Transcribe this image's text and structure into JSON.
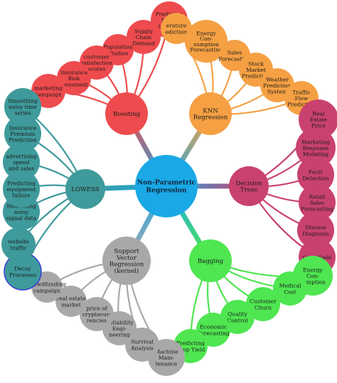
{
  "center": {
    "label": "Non-Parametric\nRegression",
    "color": "#1aa9e6"
  },
  "branches": [
    {
      "id": "boosting",
      "label": "Boosting",
      "color": "#ee4b4e",
      "leaves": [
        "Predictive\nMain-\ntenance",
        "Supply\nChain\nDemand",
        "Population\nStudies",
        "customer\nsatisfaction\nscores",
        "Insurance\nRisk\nssessment",
        "marketing\ncampaign"
      ]
    },
    {
      "id": "knn",
      "label": "KNN\nRegression",
      "color": "#f5a043",
      "leaves": [
        "erature\nediction",
        "Energy\nCon-\nsumption\nForecasting",
        "Sales\nForecasting",
        "Stock\nMarket\nPrediction",
        "Weather\nPrediction\nSystem",
        "Traffic\nFlow\nPrediction"
      ]
    },
    {
      "id": "decision-trees",
      "label": "Decision\nTrees",
      "color": "#c9426f",
      "leaves": [
        "Real\nEstate\nPrice",
        "Marketing\nResponse\nModeling",
        "Fault\nDetection",
        "Retail\nSales\nForecasting",
        "Disease\nDiagnosis",
        "Crop Yield"
      ]
    },
    {
      "id": "bagging",
      "label": "Bagging",
      "color": "#4fe651",
      "leaves": [
        "Energy\nCon-\nsumption",
        "Medical\nCost",
        "Customer\nChurn",
        "Quality\nControl",
        "Economic\nForecasting",
        "Predicting\nCrop Yield"
      ]
    },
    {
      "id": "svr",
      "label": "Support\nVector\nRegression\n(kernel)",
      "color": "#a8a8a8",
      "leaves": [
        "Machine\nMain-\ntenance",
        "Survival\nAnalysis",
        "Reliability\nEngi-\nneering",
        "price of\ncryptocur-\nrencies",
        "real estate\nmarket",
        "crowdfunding\ncampaign"
      ]
    },
    {
      "id": "lowess",
      "label": "LOWESS",
      "color": "#3f9a9b",
      "leaves": [
        "Decay\nProcesses",
        "website\ntraffic",
        "Smoothing\nnoisy\nsignal data",
        "Predicting\nequipment\nfailure",
        "advertising\nspend\nand sales",
        "Insurance\nPremium\nPrediction",
        "Smoothing\nnoisy time\nseries"
      ]
    }
  ]
}
